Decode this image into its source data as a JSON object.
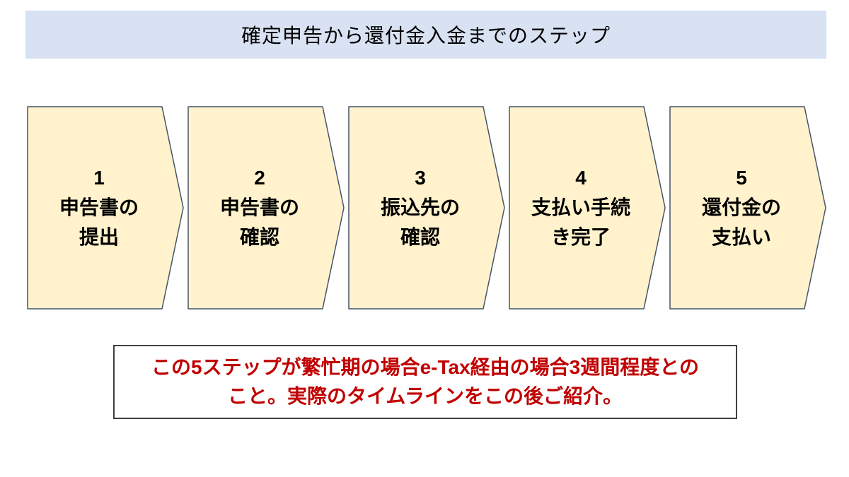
{
  "title": "確定申告から還付金入金までのステップ",
  "steps": [
    {
      "num": "1",
      "line1": "申告書の",
      "line2": "提出"
    },
    {
      "num": "2",
      "line1": "申告書の",
      "line2": "確認"
    },
    {
      "num": "3",
      "line1": "振込先の",
      "line2": "確認"
    },
    {
      "num": "4",
      "line1": "支払い手続",
      "line2": "き完了"
    },
    {
      "num": "5",
      "line1": "還付金の",
      "line2": "支払い"
    }
  ],
  "note": {
    "line1": "この5ステップが繁忙期の場合e-Tax経由の場合3週間程度との",
    "line2": "こと。実際のタイムラインをこの後ご紹介。"
  },
  "colors": {
    "title_bg": "#D9E2F3",
    "arrow_fill": "#FFF2CC",
    "arrow_border": "#44546A",
    "note_text": "#C00000",
    "text": "#000000"
  }
}
